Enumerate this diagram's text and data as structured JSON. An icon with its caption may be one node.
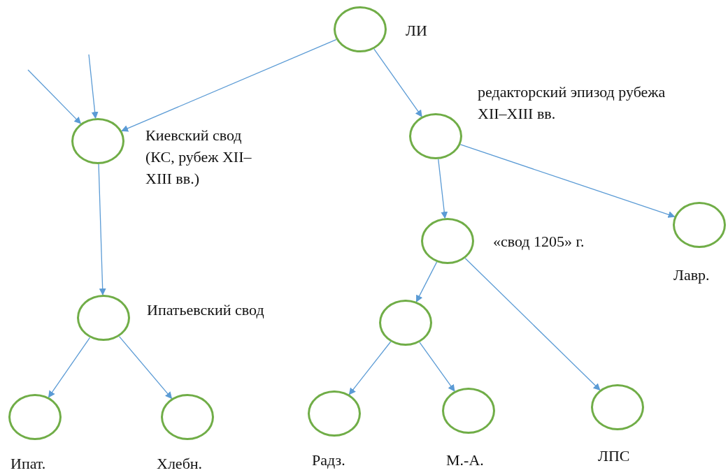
{
  "diagram": {
    "nodes": [
      {
        "text": [],
        "shape": "circle",
        "beside": [
          "ЛИ"
        ]
      },
      {
        "text": [],
        "shape": "circle",
        "beside": [
          "Киевский свод (КС, рубеж XII– XIII вв.)"
        ]
      },
      {
        "text": [],
        "shape": "circle",
        "beside": [
          "редакторский эпизод рубежа XII–XIII вв."
        ]
      },
      {
        "text": [],
        "shape": "circle",
        "beside": [
          "Ипатьевский свод"
        ]
      },
      {
        "text": [],
        "shape": "circle",
        "beside": [
          "«свод 1205» г."
        ]
      },
      {
        "text": [],
        "shape": "circle",
        "beside": [
          "Лавр."
        ]
      },
      {
        "text": [],
        "shape": "circle"
      },
      {
        "text": [],
        "shape": "circle",
        "beside": [
          "Ипат."
        ]
      },
      {
        "text": [],
        "shape": "circle",
        "beside": [
          "Хлебн."
        ]
      },
      {
        "text": [],
        "shape": "circle",
        "beside": [
          "Радз."
        ]
      },
      {
        "text": [],
        "shape": "circle",
        "beside": [
          "М.-А."
        ]
      },
      {
        "text": [],
        "shape": "circle",
        "beside": [
          "ЛПС"
        ]
      }
    ],
    "edges": [
      {
        "from": null,
        "to": 1,
        "arrow": "to"
      },
      {
        "from": null,
        "to": 1,
        "arrow": "to"
      },
      {
        "from": 0,
        "to": 1,
        "arrow": "to"
      },
      {
        "from": 0,
        "to": 2,
        "arrow": "to"
      },
      {
        "from": 1,
        "to": 3,
        "arrow": "to"
      },
      {
        "from": 2,
        "to": 4,
        "arrow": "to"
      },
      {
        "from": 2,
        "to": 5,
        "arrow": "to"
      },
      {
        "from": 4,
        "to": 6,
        "arrow": "to"
      },
      {
        "from": 4,
        "to": 11,
        "arrow": "to"
      },
      {
        "from": 3,
        "to": 7,
        "arrow": "to"
      },
      {
        "from": 3,
        "to": 8,
        "arrow": "to"
      },
      {
        "from": 6,
        "to": 9,
        "arrow": "to"
      },
      {
        "from": 6,
        "to": 10,
        "arrow": "to"
      }
    ]
  }
}
